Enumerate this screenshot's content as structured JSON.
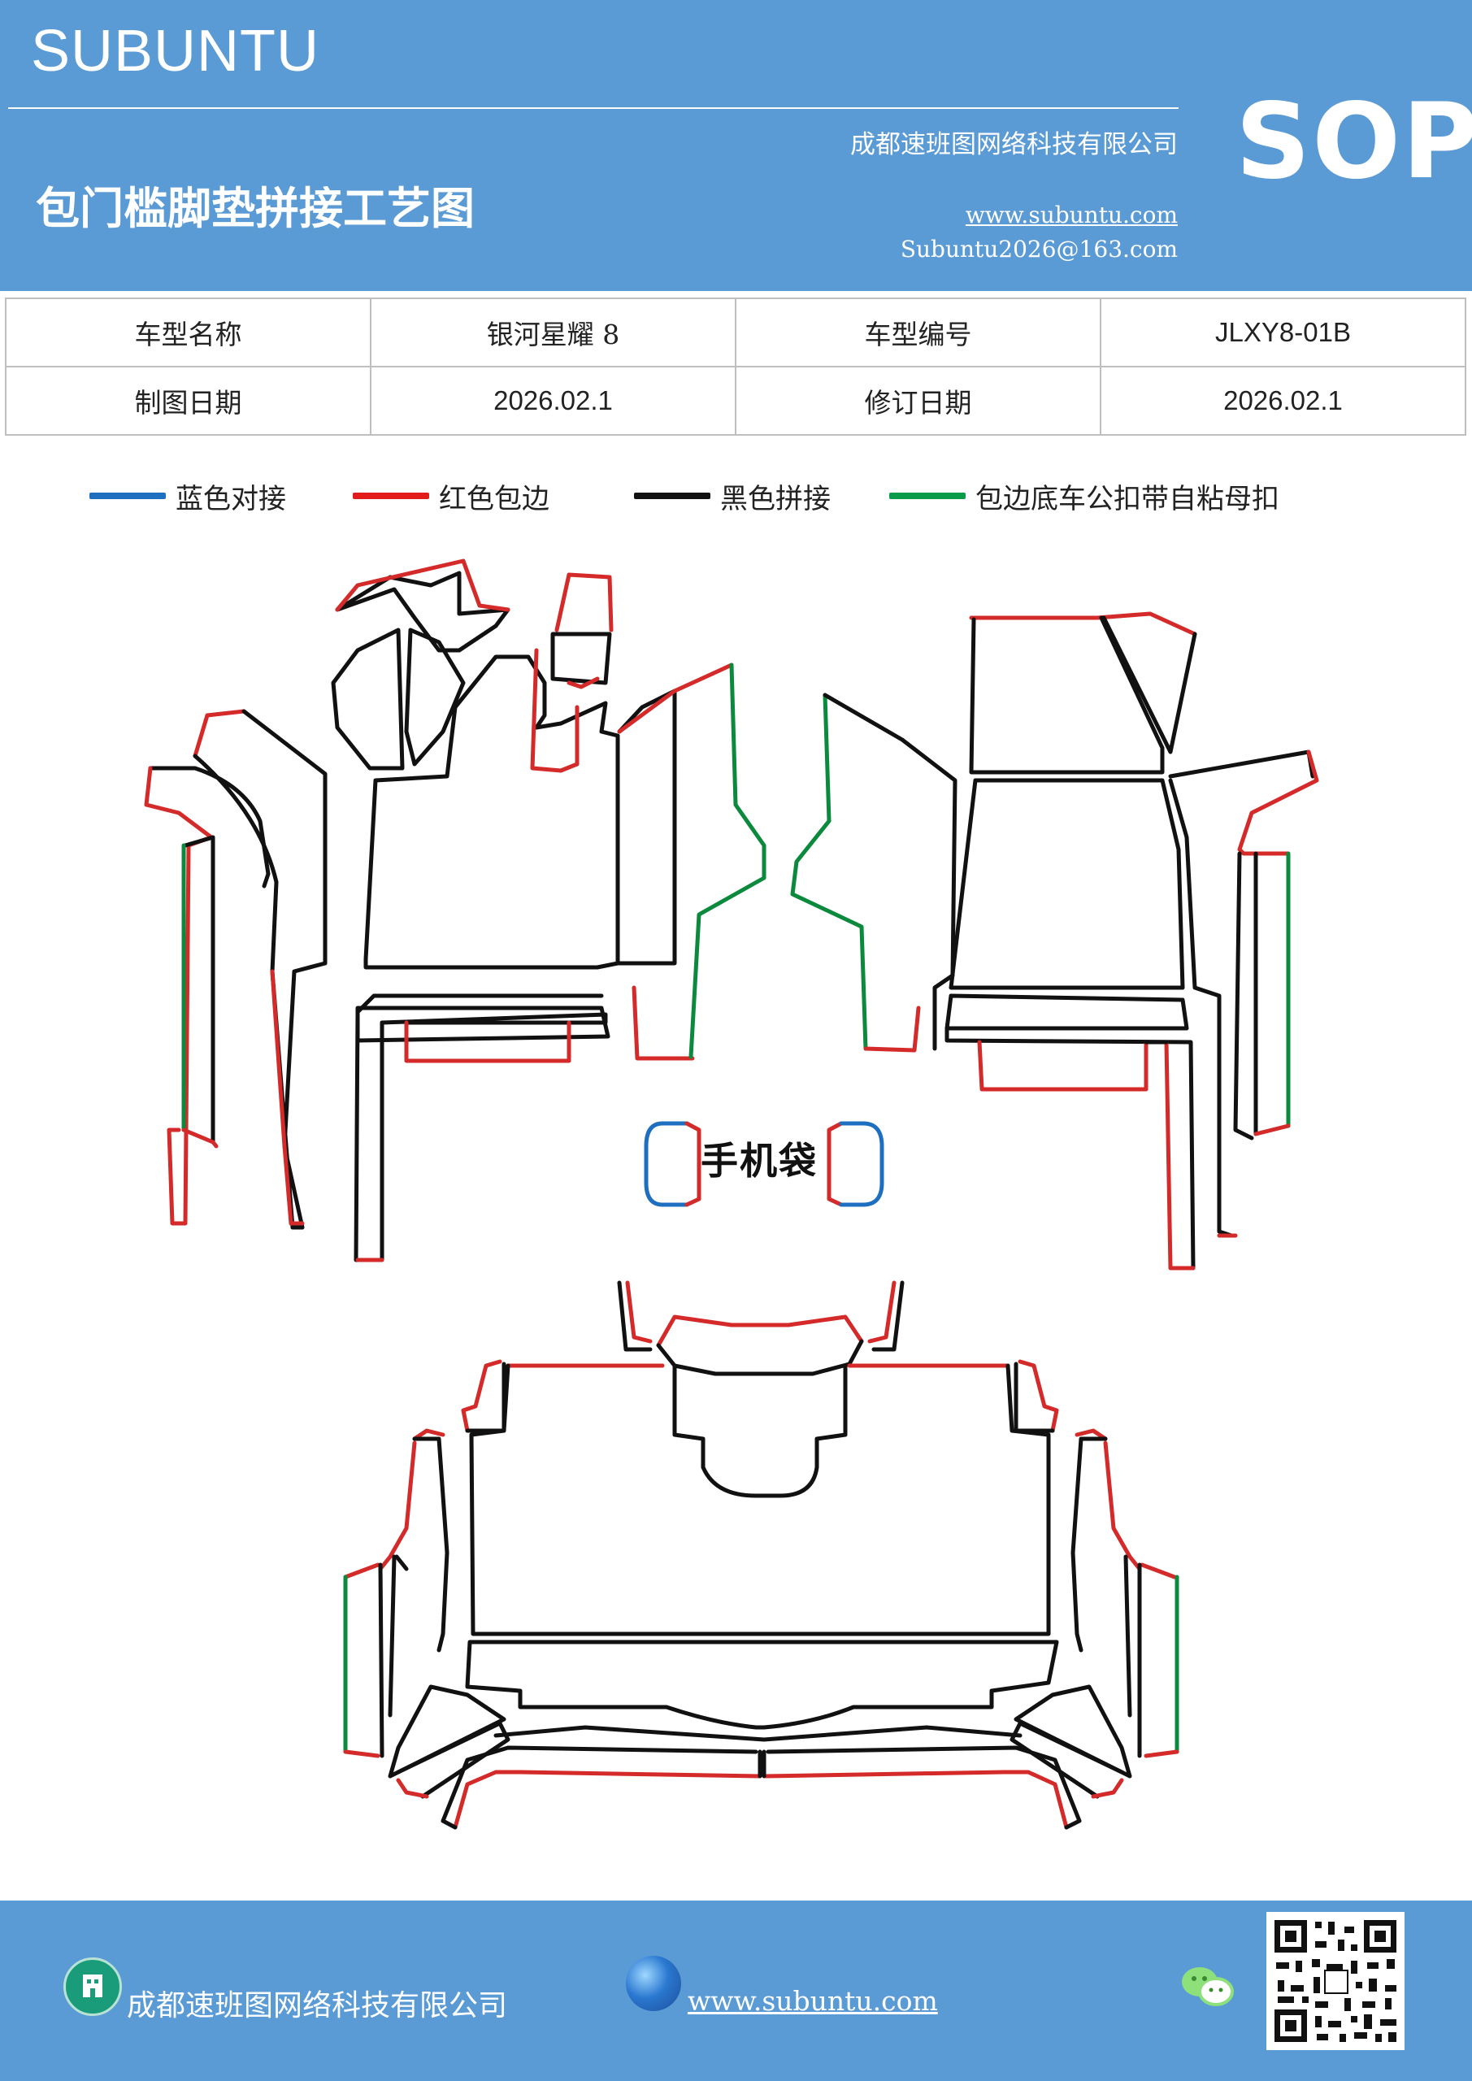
{
  "header": {
    "brand": "SUBUNTU",
    "company": "成都速班图网络科技有限公司",
    "title": "包门槛脚垫拼接工艺图",
    "website": "www.subuntu.com",
    "email": "Subuntu2026@163.com",
    "badge": "SOP"
  },
  "info": {
    "model_name_label": "车型名称",
    "model_name": "银河星耀 8",
    "model_code_label": "车型编号",
    "model_code": "JLXY8-01B",
    "drawing_date_label": "制图日期",
    "drawing_date": "2026.02.1",
    "revision_date_label": "修订日期",
    "revision_date": "2026.02.1"
  },
  "legend": [
    {
      "label": "蓝色对接",
      "color": "#1f6fc0"
    },
    {
      "label": "红色包边",
      "color": "#e21b1b"
    },
    {
      "label": "黑色拼接",
      "color": "#111111"
    },
    {
      "label": "包边底车公扣带自粘母扣",
      "color": "#0a9b4a"
    }
  ],
  "diagram": {
    "pocket_label": "手机袋",
    "colors": {
      "blue": "#1f6fc0",
      "red": "#d42a2a",
      "black": "#111111",
      "green": "#0b8a3e"
    }
  },
  "footer": {
    "company": "成都速班图网络科技有限公司",
    "website": "www.subuntu.com",
    "company_icon": "building-icon",
    "globe_icon": "globe-icon",
    "wechat_icon": "wechat-icon",
    "qr": "qr-code"
  }
}
